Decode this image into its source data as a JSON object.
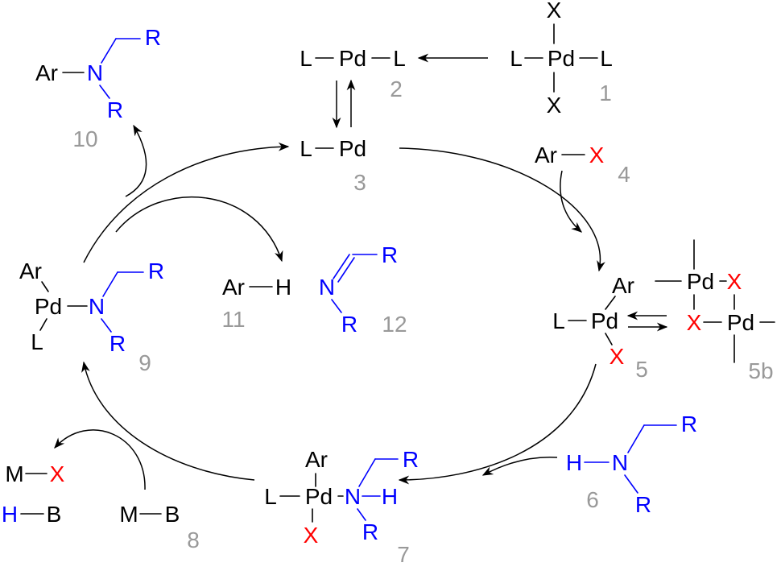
{
  "colors": {
    "black": "#000000",
    "blue": "#0000ff",
    "red": "#ff0000",
    "gray": "#999999"
  },
  "atoms": {
    "L": "L",
    "Pd": "Pd",
    "X": "X",
    "Ar": "Ar",
    "N": "N",
    "R": "R",
    "H": "H",
    "M": "M",
    "B": "B"
  },
  "labels": {
    "c1": "1",
    "c2": "2",
    "c3": "3",
    "c4": "4",
    "c5": "5",
    "c5b": "5b",
    "c6": "6",
    "c7": "7",
    "c8": "8",
    "c9": "9",
    "c10": "10",
    "c11": "11",
    "c12": "12"
  }
}
